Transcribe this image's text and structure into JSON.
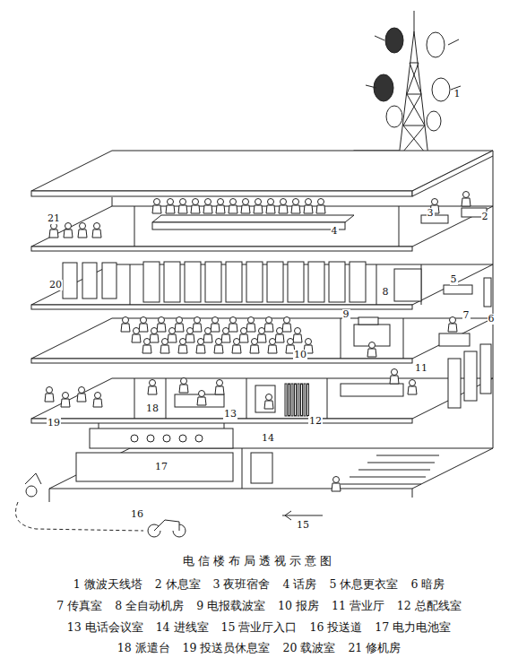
{
  "diagram": {
    "title": "电信楼布局透视示意图",
    "labels": [
      "1",
      "2",
      "3",
      "4",
      "5",
      "6",
      "7",
      "8",
      "9",
      "10",
      "11",
      "12",
      "13",
      "14",
      "15",
      "16",
      "17",
      "18",
      "19",
      "20",
      "21",
      "1 微波天线塔",
      "2 休息室",
      "3 夜班宿舍",
      "4 话房",
      "5 休息更衣室",
      "6 暗房",
      "7 传真室",
      "8 全自动机房",
      "9 电报载波室",
      "10 报房",
      "11 营业厅",
      "12 总配线室",
      "13 电话会议室",
      "14 进线室",
      "15 营业厅入口",
      "16 投送道",
      "17 电力电池室",
      "18 派遣台",
      "19 投送员休息室",
      "20 载波室",
      "21 修机房"
    ]
  }
}
